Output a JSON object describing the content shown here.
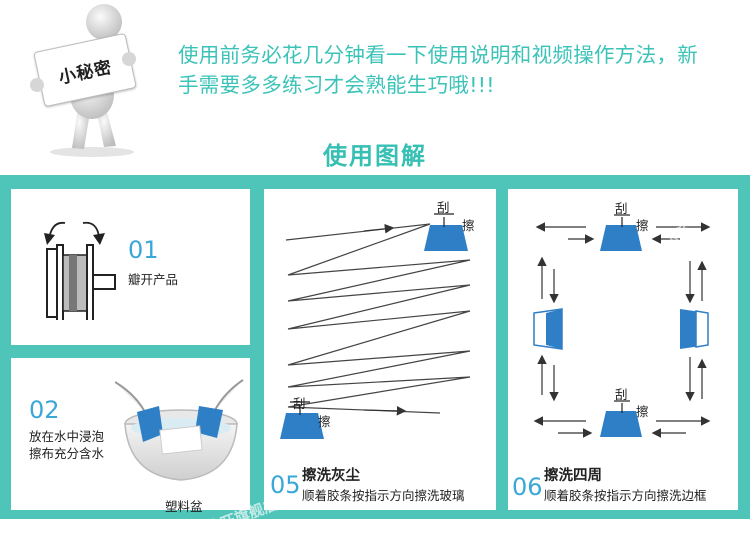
{
  "badge_label": "小秘密",
  "intro_text": "使用前务必花几分钟看一下使用说明和视频操作方法，新手需要多多练习才会熟能生巧哦!!!",
  "section_title": "使用图解",
  "colors": {
    "teal": "#4fc4b9",
    "accent_blue": "#3aa7d8",
    "heading_teal": "#36bfb3"
  },
  "steps": [
    {
      "number": "01",
      "caption": "瓣开产品"
    },
    {
      "number": "02",
      "caption": "放在水中浸泡擦布充分含水",
      "object_label": "塑料盆"
    },
    {
      "number": "05",
      "title": "擦洗灰尘",
      "caption": "顺着胶条按指示方向擦洗玻璃"
    },
    {
      "number": "06",
      "title": "擦洗四周",
      "caption": "顺着胶条按指示方向擦洗边框"
    }
  ],
  "tool_labels": {
    "scrape": "刮",
    "wipe": "擦"
  },
  "watermark": "洁洁旺旗舰店"
}
